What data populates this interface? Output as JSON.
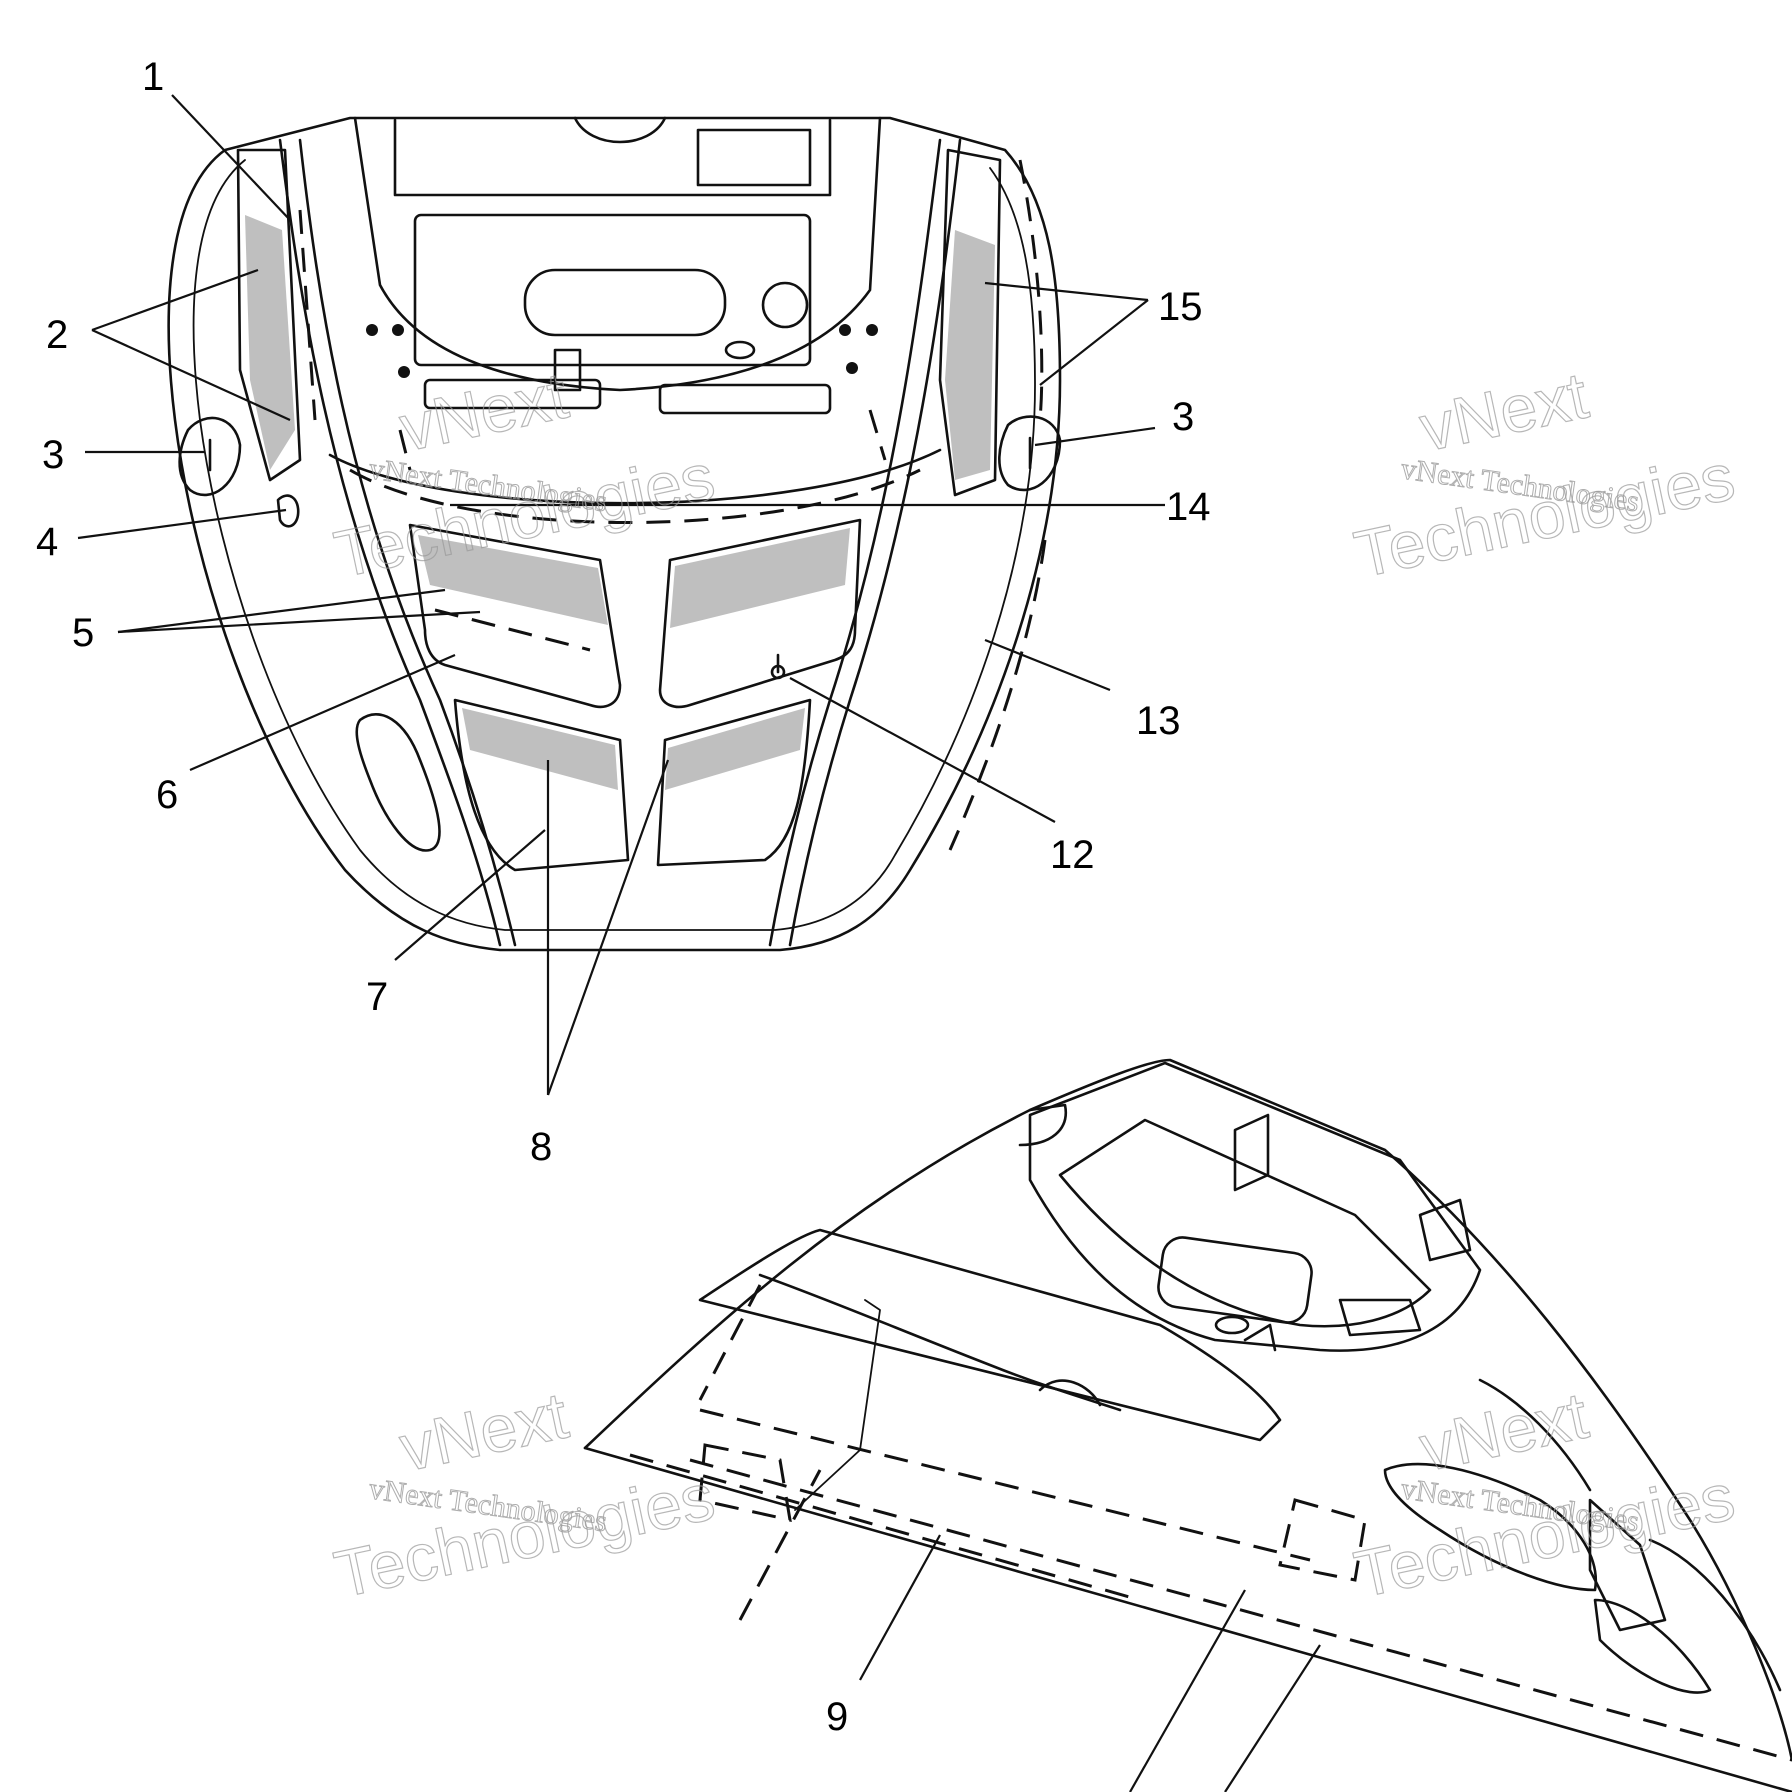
{
  "callouts": [
    {
      "label": "1"
    },
    {
      "label": "2"
    },
    {
      "label": "3"
    },
    {
      "label": "3"
    },
    {
      "label": "4"
    },
    {
      "label": "5"
    },
    {
      "label": "6"
    },
    {
      "label": "7"
    },
    {
      "label": "8"
    },
    {
      "label": "9"
    },
    {
      "label": "12"
    },
    {
      "label": "13"
    },
    {
      "label": "14"
    },
    {
      "label": "15"
    }
  ],
  "watermark": {
    "line1": "vNext Technologies",
    "line2a": "vNext",
    "line2b": "Technologies"
  }
}
